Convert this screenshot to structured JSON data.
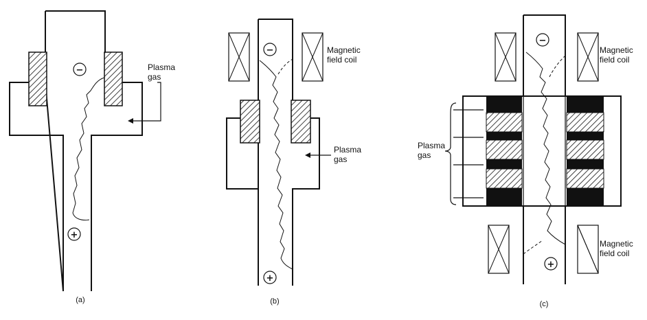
{
  "panels": {
    "a": {
      "caption": "(a)",
      "plasma_gas_label": [
        "Plasma",
        "gas"
      ],
      "cathode_symbol": "−",
      "anode_symbol": "+"
    },
    "b": {
      "caption": "(b)",
      "magnetic_coil_label": [
        "Magnetic",
        "field coil"
      ],
      "plasma_gas_label": [
        "Plasma",
        "gas"
      ],
      "cathode_symbol": "−",
      "anode_symbol": "+"
    },
    "c": {
      "caption": "(c)",
      "top_coil_label": [
        "Magnetic",
        "field coil"
      ],
      "bottom_coil_label": [
        "Magnetic",
        "field coil"
      ],
      "plasma_gas_label": [
        "Plasma",
        "gas"
      ],
      "cathode_symbol": "−",
      "anode_symbol": "+"
    }
  }
}
